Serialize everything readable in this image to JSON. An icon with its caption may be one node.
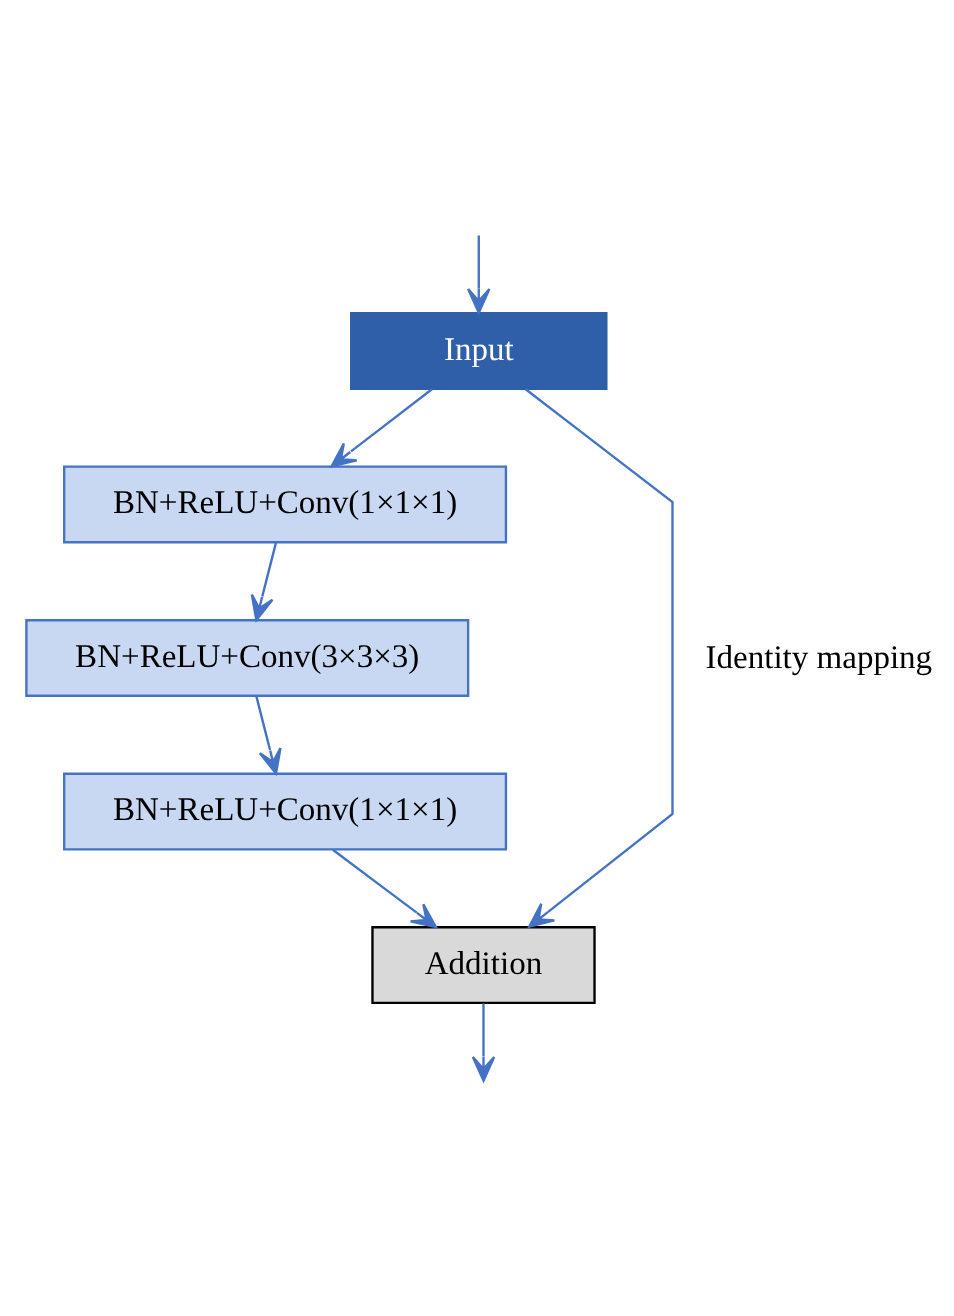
{
  "diagram": {
    "nodes": [
      {
        "text": [
          "Input"
        ]
      },
      {
        "text": [
          "BN+ReLU+Conv(1×1×1)"
        ]
      },
      {
        "text": [
          "BN+ReLU+Conv(3×3×3)"
        ]
      },
      {
        "text": [
          "BN+ReLU+Conv(1×1×1)"
        ]
      },
      {
        "text": [
          "Addition"
        ]
      }
    ],
    "edges": [
      {
        "from": null,
        "to": 0,
        "arrow": "to"
      },
      {
        "from": 0,
        "to": 1,
        "arrow": "to"
      },
      {
        "from": 1,
        "to": 2,
        "arrow": "to"
      },
      {
        "from": 2,
        "to": 3,
        "arrow": "to"
      },
      {
        "from": 3,
        "to": 4,
        "arrow": "to"
      },
      {
        "from": 0,
        "to": 4,
        "arrow": "to",
        "label": "Identity mapping"
      },
      {
        "from": 4,
        "to": null,
        "arrow": "to"
      }
    ]
  }
}
